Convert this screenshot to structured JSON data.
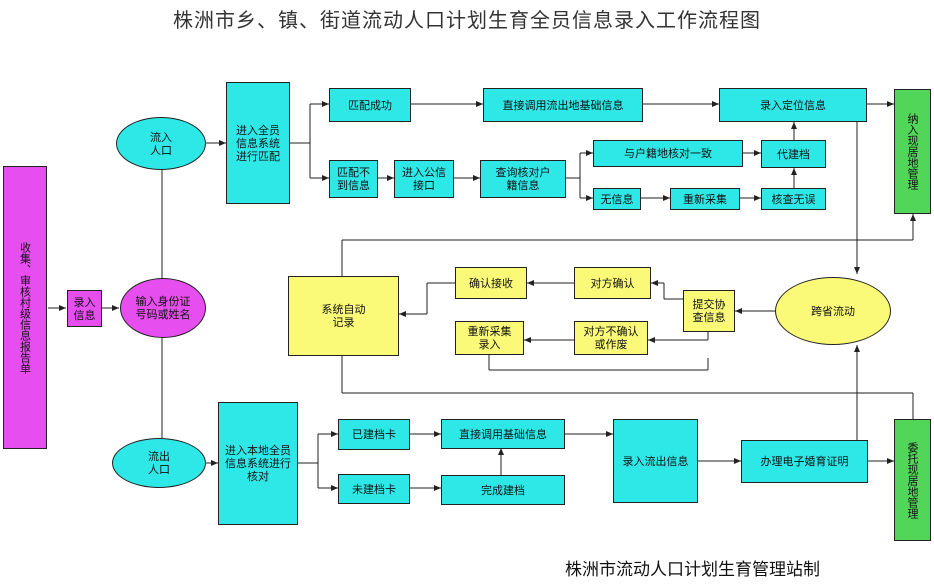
{
  "title": "株洲市乡、镇、街道流动人口计划生育全员信息录入工作流程图",
  "footer": "株洲市流动人口计划生育管理站制",
  "colors": {
    "cyan": "#2ee8e8",
    "magenta": "#e64ef0",
    "yellow": "#fafa78",
    "green": "#52d65a"
  },
  "nodes": {
    "collect_report": "收集、审核村级信息报告单",
    "enter_info": "录入信息",
    "input_id": "输入身份证号码或姓名",
    "inflow": "流入人口",
    "outflow": "流出人口",
    "enter_system_match": "进入全员信息系统进行匹配",
    "match_success": "匹配成功",
    "match_fail": "匹配不到信息",
    "enter_public": "进入公信接口",
    "query_household": "查询核对户籍信息",
    "direct_call_outflow": "直接调用流出地基础信息",
    "enter_location": "录入定位信息",
    "verify_household": "与户籍地核对一致",
    "proxy_file": "代建档",
    "no_info": "无信息",
    "recollect": "重新采集",
    "verify_ok": "核查无误",
    "include_residence": "纳入现居地管理",
    "system_auto_record": "系统自动记录",
    "confirm_receive": "确认接收",
    "other_confirm": "对方确认",
    "submit_review": "提交协查信息",
    "cross_province": "跨省流动",
    "recollect_entry": "重新采集录入",
    "other_unconfirmed": "对方不确认或作废",
    "enter_local_verify": "进入本地全员信息系统进行核对",
    "filed": "已建档卡",
    "not_filed": "未建档卡",
    "direct_call_basic": "直接调用基础信息",
    "complete_file": "完成建档",
    "enter_outflow_info": "录入流出信息",
    "e_certificate": "办理电子婚育证明",
    "entrust_residence": "委托现居地管理"
  }
}
